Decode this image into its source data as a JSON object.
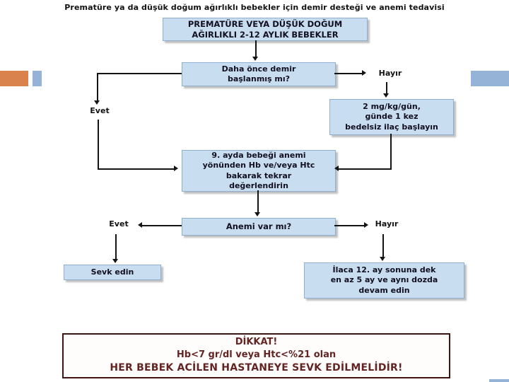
{
  "slide": {
    "title": "Prematüre ya da düşük doğum ağırlıklı bebekler için demir desteği ve anemi tedavisi"
  },
  "flowchart": {
    "nodes": {
      "start": {
        "lines": [
          "PREMATÜRE VEYA DÜŞÜK DOĞUM",
          "AĞIRLIKLI 2-12 AYLIK BEBEKLER"
        ]
      },
      "iron_question": {
        "lines": [
          "Daha önce demir",
          "başlanmış mı?"
        ]
      },
      "start_medication": {
        "lines": [
          "2 mg/kg/gün,",
          "günde 1 kez",
          "bedelsiz ilaç başlayın"
        ]
      },
      "reevaluate": {
        "lines": [
          "9. ayda bebeği anemi",
          "yönünden Hb ve/veya Htc",
          "bakarak tekrar",
          "değerlendirin"
        ]
      },
      "anemia_question": {
        "lines": [
          "Anemi var mı?"
        ]
      },
      "refer": {
        "lines": [
          "Sevk edin"
        ]
      },
      "continue_medication": {
        "lines": [
          "İlaca 12. ay sonuna dek",
          "en az 5 ay ve aynı dozda",
          "devam edin"
        ]
      }
    },
    "labels": {
      "iron_yes": "Evet",
      "iron_no": "Hayır",
      "anemia_yes": "Evet",
      "anemia_no": "Hayır"
    }
  },
  "warning": {
    "lines": [
      "DİKKAT!",
      "Hb<7 gr/dl veya Htc<%21 olan",
      "HER BEBEK ACİLEN HASTANEYE SEVK EDİLMELİDİR!"
    ]
  },
  "colors": {
    "node_fill": "#c9ddf0",
    "node_border": "#8fafd0",
    "accent_orange": "#d9824d",
    "accent_blue": "#95b3d7",
    "warning_text": "#632423",
    "warning_border": "#3f1511",
    "arrow": "#141414"
  }
}
